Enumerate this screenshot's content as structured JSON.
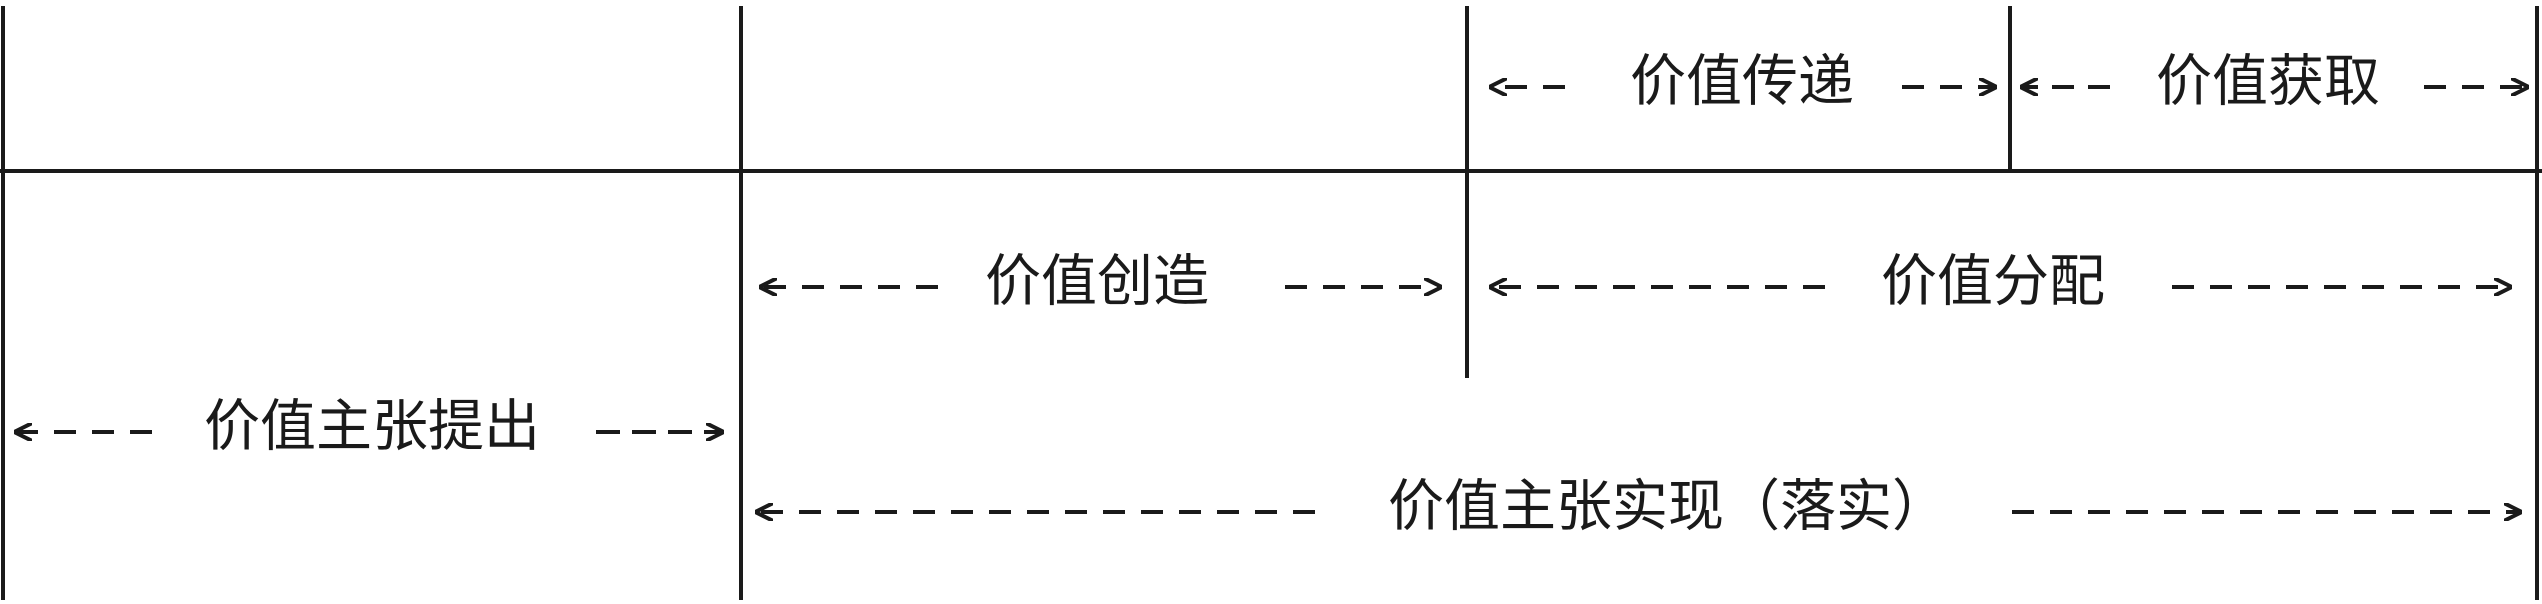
{
  "labels": {
    "value_delivery": "价值传递",
    "value_capture": "价值获取",
    "value_creation": "价值创造",
    "value_distribution": "价值分配",
    "value_proposition": "价值主张提出",
    "value_realization": "价值主张实现（落实）"
  },
  "colors": {
    "ink": "#1a1a1a",
    "background": "#ffffff"
  }
}
